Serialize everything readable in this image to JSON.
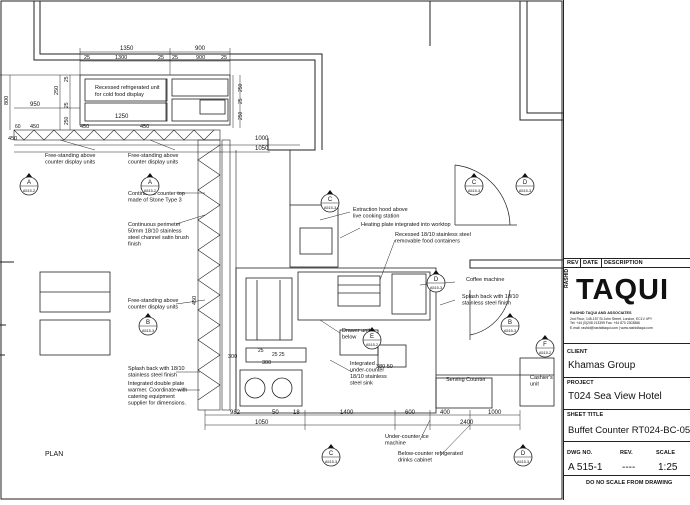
{
  "drawing": {
    "plan_label": "PLAN",
    "dims": {
      "top1": "1350",
      "top2": "900",
      "top3": "25",
      "top4": "1300",
      "top5": "25",
      "top6": "25",
      "top7": "900",
      "top8": "25",
      "left_overall": "800",
      "left_a": "250",
      "left_b": "25",
      "left_c": "25",
      "left_d": "250",
      "left_950": "950",
      "left_1250": "1250",
      "left_60": "60",
      "r250a": "250",
      "r25a": "25",
      "r250b": "250",
      "r450a": "450",
      "row450_1": "450",
      "row450_2": "450",
      "row450_3": "450",
      "row1000": "1000",
      "row1050a": "1050",
      "v450": "450",
      "v25v": "25",
      "v25w": "25",
      "mid25a": "25",
      "mid25b": "25",
      "mid300a": "300",
      "mid300b": "300",
      "mid3925": "25 25",
      "dim380": "380 50",
      "dim600": "600",
      "bot982": "982",
      "bot50": "50",
      "bot18": "18",
      "bot1400": "1400",
      "bot600": "600",
      "bot400": "400",
      "bot1000": "1000",
      "bot1050": "1050",
      "bot2400": "2400"
    },
    "notes": {
      "recessed_fridge": "Recessed refrigerated unit\nfor cold food display",
      "freestanding_1": "Free-standing above\ncounter display units",
      "freestanding_2": "Free-standing above\ncounter display units",
      "continuous_top": "Continuous counter top\nmade of Stone Type 3",
      "perimeter": "Continuous perimeter\n50mm 18/10 stainless\nsteel channel satin brush\nfinish",
      "extraction": "Extraction hood above\nlive cooking station",
      "heating": "Heating plate integrated into worktop",
      "recessed_food": "Recessed 18/10 stainless steel\nremovable food containers",
      "coffee": "Coffee machine",
      "splash_right": "Splash back with 18/10\nstainless steel finish",
      "freestanding_3": "Free-standing above\ncounter display units",
      "drawer": "Drawer unit\nbelow",
      "integrated_under": "Integrated\nunder-counter\n18/10 stainless\nsteel sink",
      "splash_left": "Splash back with 18/10\nstainless steel finish",
      "plate_warmer": "Integrated double plate\nwarmer. Coordinate with\ncatering equipment\nsupplier for dimensions.",
      "serving": "Serving Counter",
      "cashier": "Cashier's\nunit",
      "ice": "Under-counter ice\nmachine",
      "drinks": "Below-counter refrigerated\ndrinks cabinet"
    },
    "tags": {
      "a1": "A",
      "a1s": "A515-2",
      "a2": "A",
      "a2s": "A515-2",
      "b1": "B",
      "b1s": "A515-3",
      "b2": "B",
      "b2s": "A515-3",
      "c1": "C",
      "c1s": "A515-3",
      "c2": "C",
      "c2s": "A515-3",
      "d1": "D",
      "d1s": "A515-3",
      "d2": "D",
      "d2s": "A515-3",
      "e1": "E",
      "e1s": "A515-2",
      "f1": "F",
      "f1s": "A515-2",
      "c3": "C",
      "c3s": "A515-3",
      "d3": "D",
      "d3s": "A515-3"
    }
  },
  "title_block": {
    "rev_header": "REV",
    "date_header": "DATE",
    "desc_header": "DESCRIPTION",
    "brand_side": "RASHID",
    "brand": "TAQUI",
    "company_name": "RASHID TAQUI AND ASSOCIATES",
    "company_lines": "2nd Floor, 145-157 St John Street, London, EC1V 4PY\nTel: +44 (0)208 213399 Fax: +44 870 2303886\nE.mail: rashid@rashidtaqui.com | www.rashidtaqui.com",
    "client_label": "CLIENT",
    "client": "Khamas Group",
    "project_label": "PROJECT",
    "project": "T024 Sea View Hotel",
    "sheet_label": "SHEET TITLE",
    "sheet": "Buffet Counter RT024-BC-05",
    "dwg_label": "DWG NO.",
    "dwg": "A 515-1",
    "rev_label": "REV.",
    "rev": "----",
    "scale_label": "SCALE",
    "scale": "1:25",
    "footer": "DO NO SCALE FROM DRAWING"
  }
}
